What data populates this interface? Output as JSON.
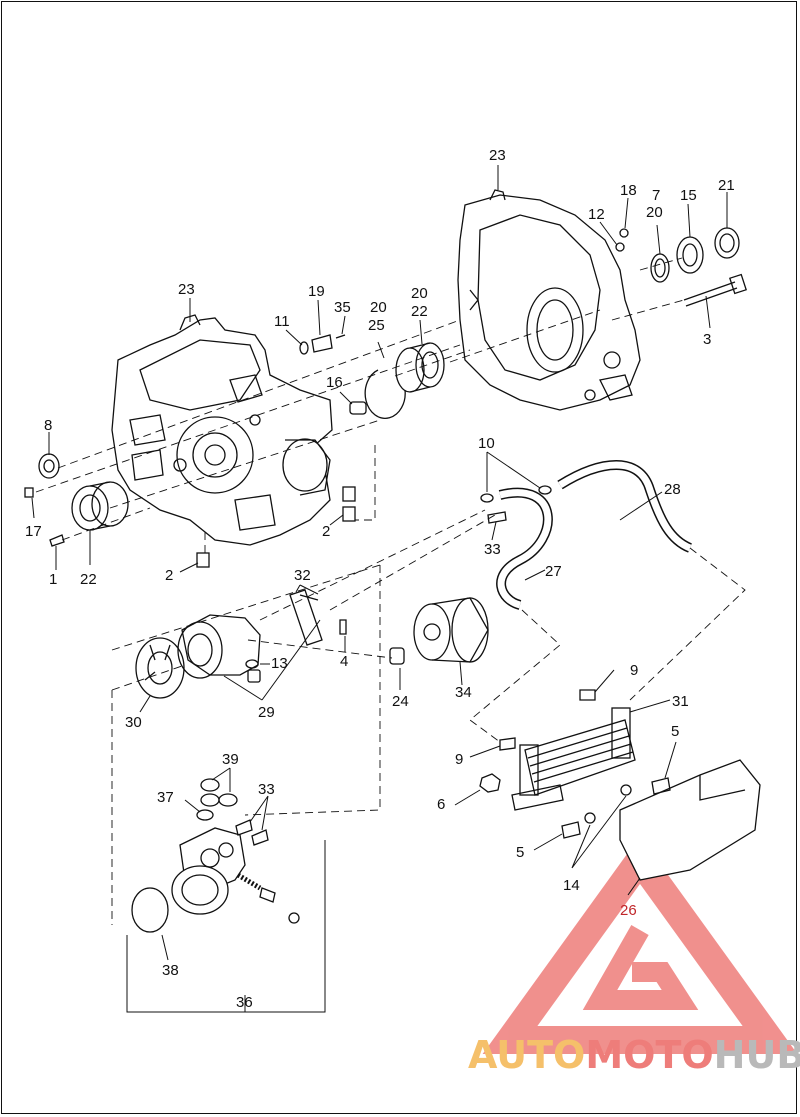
{
  "labels": {
    "l1": "1",
    "l2a": "2",
    "l2b": "2",
    "l3": "3",
    "l4": "4",
    "l5a": "5",
    "l5b": "5",
    "l6": "6",
    "l7": "7",
    "l8": "8",
    "l9a": "9",
    "l9b": "9",
    "l10": "10",
    "l11": "11",
    "l12": "12",
    "l13": "13",
    "l14": "14",
    "l15": "15",
    "l16": "16",
    "l17": "17",
    "l18": "18",
    "l19": "19",
    "l20a": "20",
    "l20b": "20",
    "l20c": "20",
    "l21": "21",
    "l22a": "22",
    "l22b": "22",
    "l23a": "23",
    "l23b": "23",
    "l24": "24",
    "l25": "25",
    "l26": "26",
    "l27": "27",
    "l28": "28",
    "l29": "29",
    "l30": "30",
    "l31": "31",
    "l32": "32",
    "l33a": "33",
    "l33b": "33",
    "l34": "34",
    "l35": "35",
    "l36": "36",
    "l37": "37",
    "l38": "38",
    "l39": "39"
  },
  "watermark": {
    "part1": "AUTO",
    "part2": "MOTO",
    "part3": "HUB"
  },
  "colors": {
    "line": "#111111",
    "accent_red": "#c0262a",
    "watermark_red": "#ee7d7a",
    "watermark_yellow": "#f5c06a",
    "watermark_gray": "#b9b9b9"
  },
  "icons": {
    "watermark_logo": "triangle-g-logo-icon"
  }
}
